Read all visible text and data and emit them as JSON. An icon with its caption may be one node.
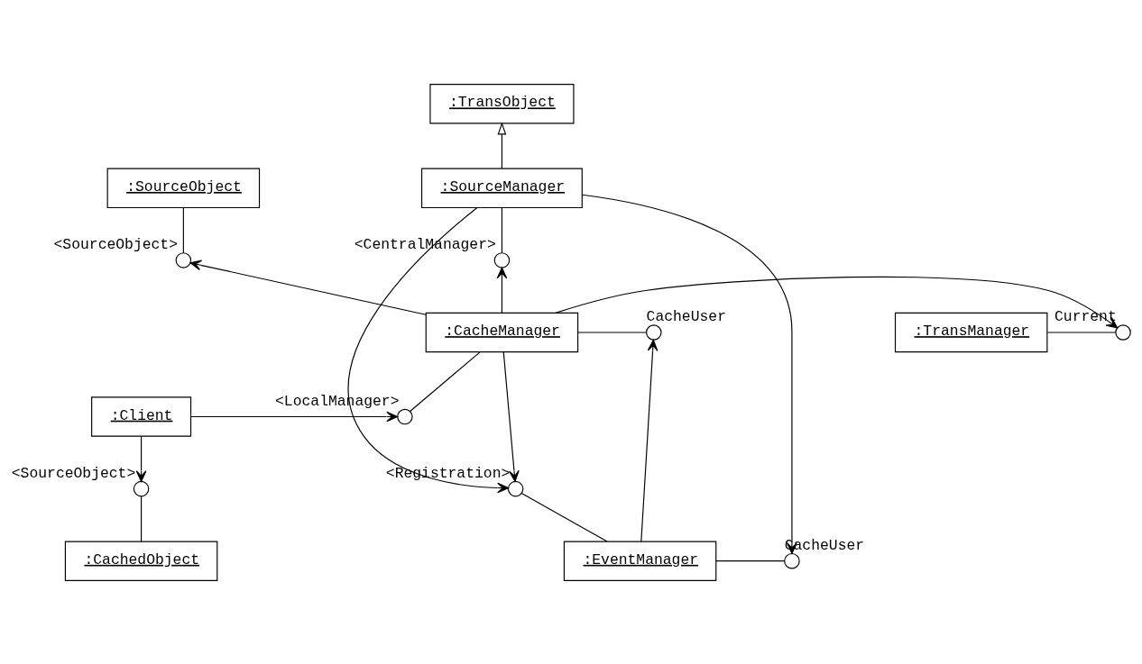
{
  "diagram": {
    "nodes": [
      {
        "text": [
          ":TransObject"
        ]
      },
      {
        "text": [
          ":SourceManager"
        ]
      },
      {
        "text": [
          ":SourceObject"
        ]
      },
      {
        "text": [],
        "shape": "circle",
        "beside": [
          "<CentralManager>"
        ]
      },
      {
        "text": [],
        "shape": "circle",
        "beside": [
          "<SourceObject>"
        ]
      },
      {
        "text": [],
        "shape": "circle",
        "beside": [
          "CacheUser"
        ]
      },
      {
        "text": [
          ":CacheManager"
        ]
      },
      {
        "text": [],
        "shape": "circle",
        "beside": [
          "Current"
        ]
      },
      {
        "text": [
          ":TransManager"
        ]
      },
      {
        "text": [],
        "shape": "circle",
        "beside": [
          "<LocalManager>"
        ]
      },
      {
        "text": [
          ":Client"
        ]
      },
      {
        "text": [],
        "shape": "circle",
        "beside": [
          "<Registration>"
        ]
      },
      {
        "text": [],
        "shape": "circle",
        "beside": [
          "<SourceObject>"
        ]
      },
      {
        "text": [],
        "shape": "circle",
        "beside": [
          "CacheUser"
        ]
      },
      {
        "text": [
          ":EventManager"
        ]
      },
      {
        "text": [
          ":CachedObject"
        ]
      }
    ],
    "edges": [
      {
        "from": 1,
        "to": 0,
        "arrow": "to"
      },
      {
        "from": 1,
        "to": 13,
        "arrow": "to"
      },
      {
        "from": 1,
        "to": 11,
        "arrow": "to"
      },
      {
        "from": 6,
        "to": 11,
        "arrow": "to"
      },
      {
        "from": 1,
        "to": 3,
        "arrow": "none"
      },
      {
        "from": 6,
        "to": 3,
        "arrow": "to"
      },
      {
        "from": 2,
        "to": 4,
        "arrow": "none"
      },
      {
        "from": 6,
        "to": 4,
        "arrow": "to"
      },
      {
        "from": 6,
        "to": 5,
        "arrow": "none"
      },
      {
        "from": 14,
        "to": 5,
        "arrow": "to"
      },
      {
        "from": 6,
        "to": 7,
        "arrow": "to"
      },
      {
        "from": 8,
        "to": 7,
        "arrow": "none"
      },
      {
        "from": 6,
        "to": 9,
        "arrow": "none"
      },
      {
        "from": 10,
        "to": 9,
        "arrow": "to"
      },
      {
        "from": 10,
        "to": 12,
        "arrow": "to"
      },
      {
        "from": 15,
        "to": 12,
        "arrow": "none"
      },
      {
        "from": 14,
        "to": 11,
        "arrow": "none"
      },
      {
        "from": 14,
        "to": 13,
        "arrow": "none"
      }
    ]
  }
}
